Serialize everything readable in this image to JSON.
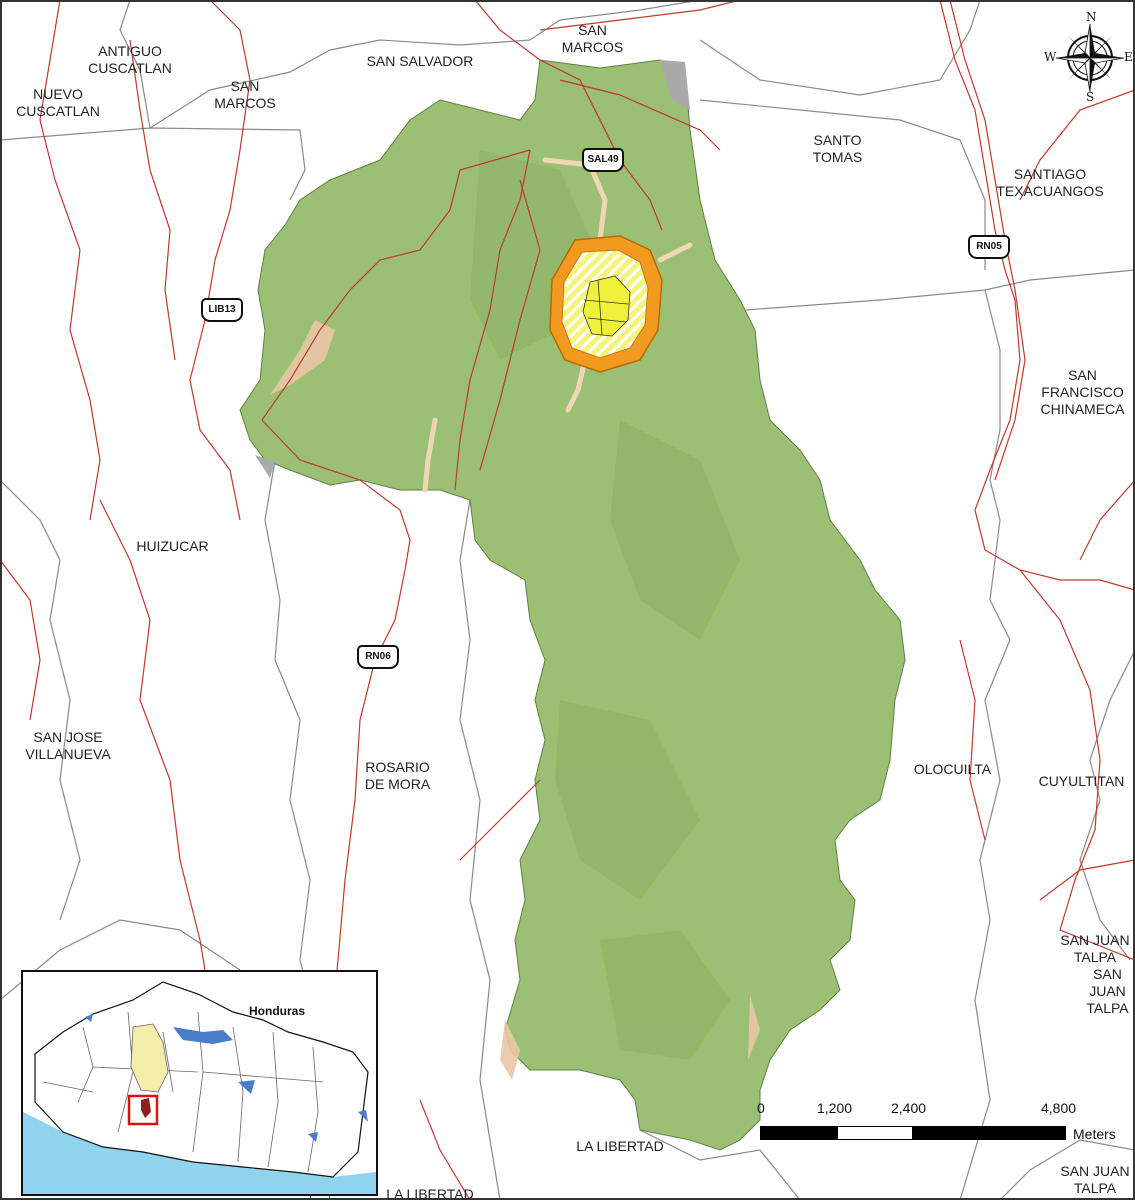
{
  "places": [
    {
      "id": "antiguo-cuscatlan",
      "text": "ANTIGUO\nCUSCATLAN"
    },
    {
      "id": "nuevo-cuscatlan",
      "text": "NUEVO\nCUSCATLAN"
    },
    {
      "id": "san-marcos-west",
      "text": "SAN\nMARCOS"
    },
    {
      "id": "san-salvador",
      "text": "SAN SALVADOR"
    },
    {
      "id": "san-marcos-top",
      "text": "SAN\nMARCOS"
    },
    {
      "id": "santo-tomas",
      "text": "SANTO\nTOMAS"
    },
    {
      "id": "santiago-texacuangos",
      "text": "SANTIAGO\nTEXACUANGOS"
    },
    {
      "id": "san-francisco-chinameca",
      "text": "SAN\nFRANCISCO\nCHINAMECA"
    },
    {
      "id": "huizucar",
      "text": "HUIZUCAR"
    },
    {
      "id": "san-jose-villanueva",
      "text": "SAN JOSE\nVILLANUEVA"
    },
    {
      "id": "rosario-de-mora",
      "text": "ROSARIO\nDE MORA"
    },
    {
      "id": "olocuilta",
      "text": "OLOCUILTA"
    },
    {
      "id": "cuyultitan",
      "text": "CUYULTITAN"
    },
    {
      "id": "san-juan-talpa-1",
      "text": "SAN JUAN\nTALPA"
    },
    {
      "id": "san-juan-talpa-2",
      "text": "SAN\nJUAN\nTALPA"
    },
    {
      "id": "la-libertad-1",
      "text": "LA LIBERTAD"
    },
    {
      "id": "la-libertad-2",
      "text": "LA LIBERTAD"
    },
    {
      "id": "san-juan-talpa-3",
      "text": "SAN JUAN\nTALPA"
    }
  ],
  "roads": [
    {
      "id": "sal49",
      "text": "SAL49"
    },
    {
      "id": "rn05",
      "text": "RN05"
    },
    {
      "id": "lib13",
      "text": "LIB13"
    },
    {
      "id": "rn06",
      "text": "RN06"
    }
  ],
  "compass": {
    "n": "N",
    "s": "S",
    "e": "E",
    "w": "W"
  },
  "inset": {
    "country": "Honduras"
  },
  "scale": {
    "ticks": [
      "0",
      "1,200",
      "2,400",
      "4,800"
    ],
    "unit": "Meters"
  },
  "colors": {
    "study_area": "#9cc073",
    "roads": "#c0392b",
    "boundaries": "#8a8a8a",
    "urban_buffer": "#f29a1f",
    "urban_core": "#eef03a",
    "sea": "#8fd3ef",
    "inset_department": "#f3ecaa",
    "inset_focus": "#8b1e1e"
  }
}
